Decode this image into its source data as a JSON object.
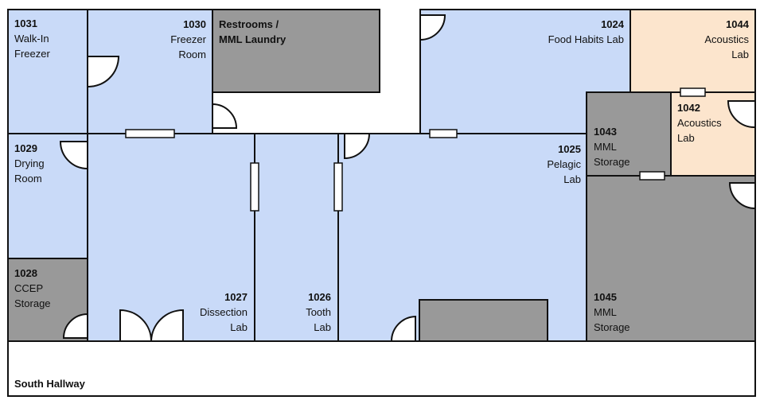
{
  "title": "Floor plan",
  "colors": {
    "lab": "#c9daf8",
    "storage": "#999999",
    "acoustics": "#fce5cd"
  },
  "rooms": {
    "r1031": {
      "number": "1031",
      "name": [
        "Walk-In",
        "Freezer"
      ]
    },
    "r1030": {
      "number": "1030",
      "name": [
        "Freezer",
        "Room"
      ]
    },
    "restrooms": {
      "name": [
        "Restrooms /",
        "MML Laundry"
      ]
    },
    "r1024": {
      "number": "1024",
      "name": [
        "Food Habits Lab"
      ]
    },
    "r1044": {
      "number": "1044",
      "name": [
        "Acoustics",
        "Lab"
      ]
    },
    "r1042": {
      "number": "1042",
      "name": [
        "Acoustics",
        "Lab"
      ]
    },
    "r1043": {
      "number": "1043",
      "name": [
        "MML",
        "Storage"
      ]
    },
    "r1025": {
      "number": "1025",
      "name": [
        "Pelagic",
        "Lab"
      ]
    },
    "r1029": {
      "number": "1029",
      "name": [
        "Drying",
        "Room"
      ]
    },
    "r1028": {
      "number": "1028",
      "name": [
        "CCEP",
        "Storage"
      ]
    },
    "r1027": {
      "number": "1027",
      "name": [
        "Dissection",
        "Lab"
      ]
    },
    "r1026": {
      "number": "1026",
      "name": [
        "Tooth",
        "Lab"
      ]
    },
    "r1045": {
      "number": "1045",
      "name": [
        "MML",
        "Storage"
      ]
    },
    "hallway": {
      "name": "South Hallway"
    }
  }
}
